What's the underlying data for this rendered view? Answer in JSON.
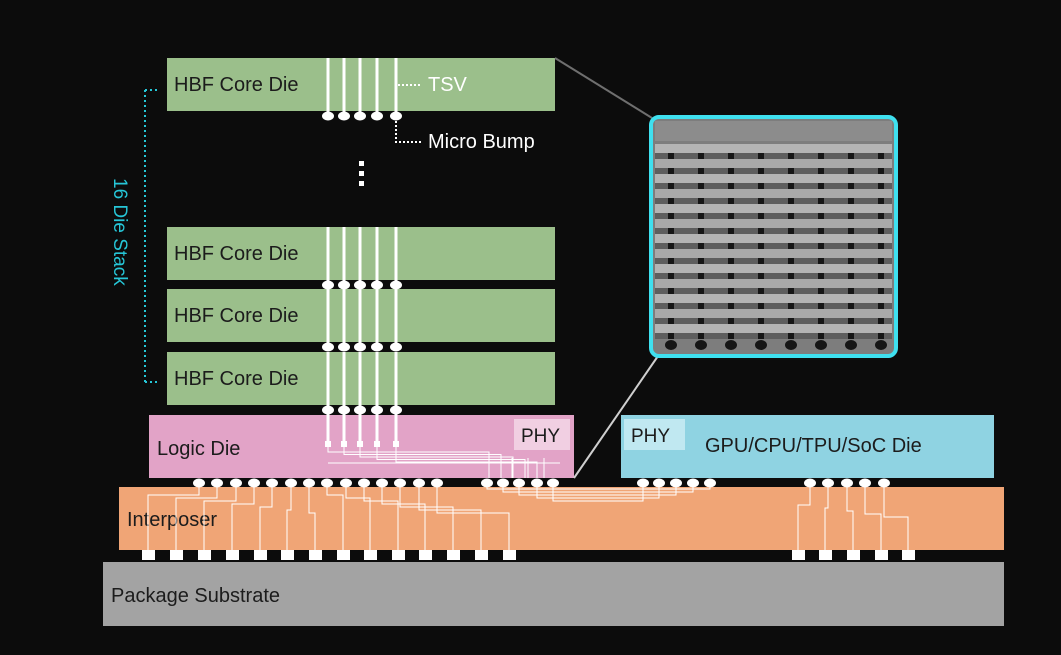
{
  "labels": {
    "core_die": "HBF Core Die",
    "tsv": "TSV",
    "micro_bump": "Micro Bump",
    "die_stack": "16 Die Stack",
    "logic_die": "Logic Die",
    "phy": "PHY",
    "soc_die": "GPU/CPU/TPU/SoC Die",
    "interposer": "Interposer",
    "package_substrate": "Package Substrate"
  },
  "colors": {
    "background": "#0c0c0c",
    "core_die": "#9bbf8b",
    "logic_die": "#e2a3c7",
    "phy_box": "#f1cfe2",
    "soc_die": "#8fd3e2",
    "soc_phy_box": "#c0e8f1",
    "interposer": "#f0a576",
    "substrate": "#a3a3a3",
    "accent_cyan": "#26c6d7",
    "wire": "#ffffff",
    "text_dark": "#1c1c1c",
    "text_light": "#ffffff"
  }
}
